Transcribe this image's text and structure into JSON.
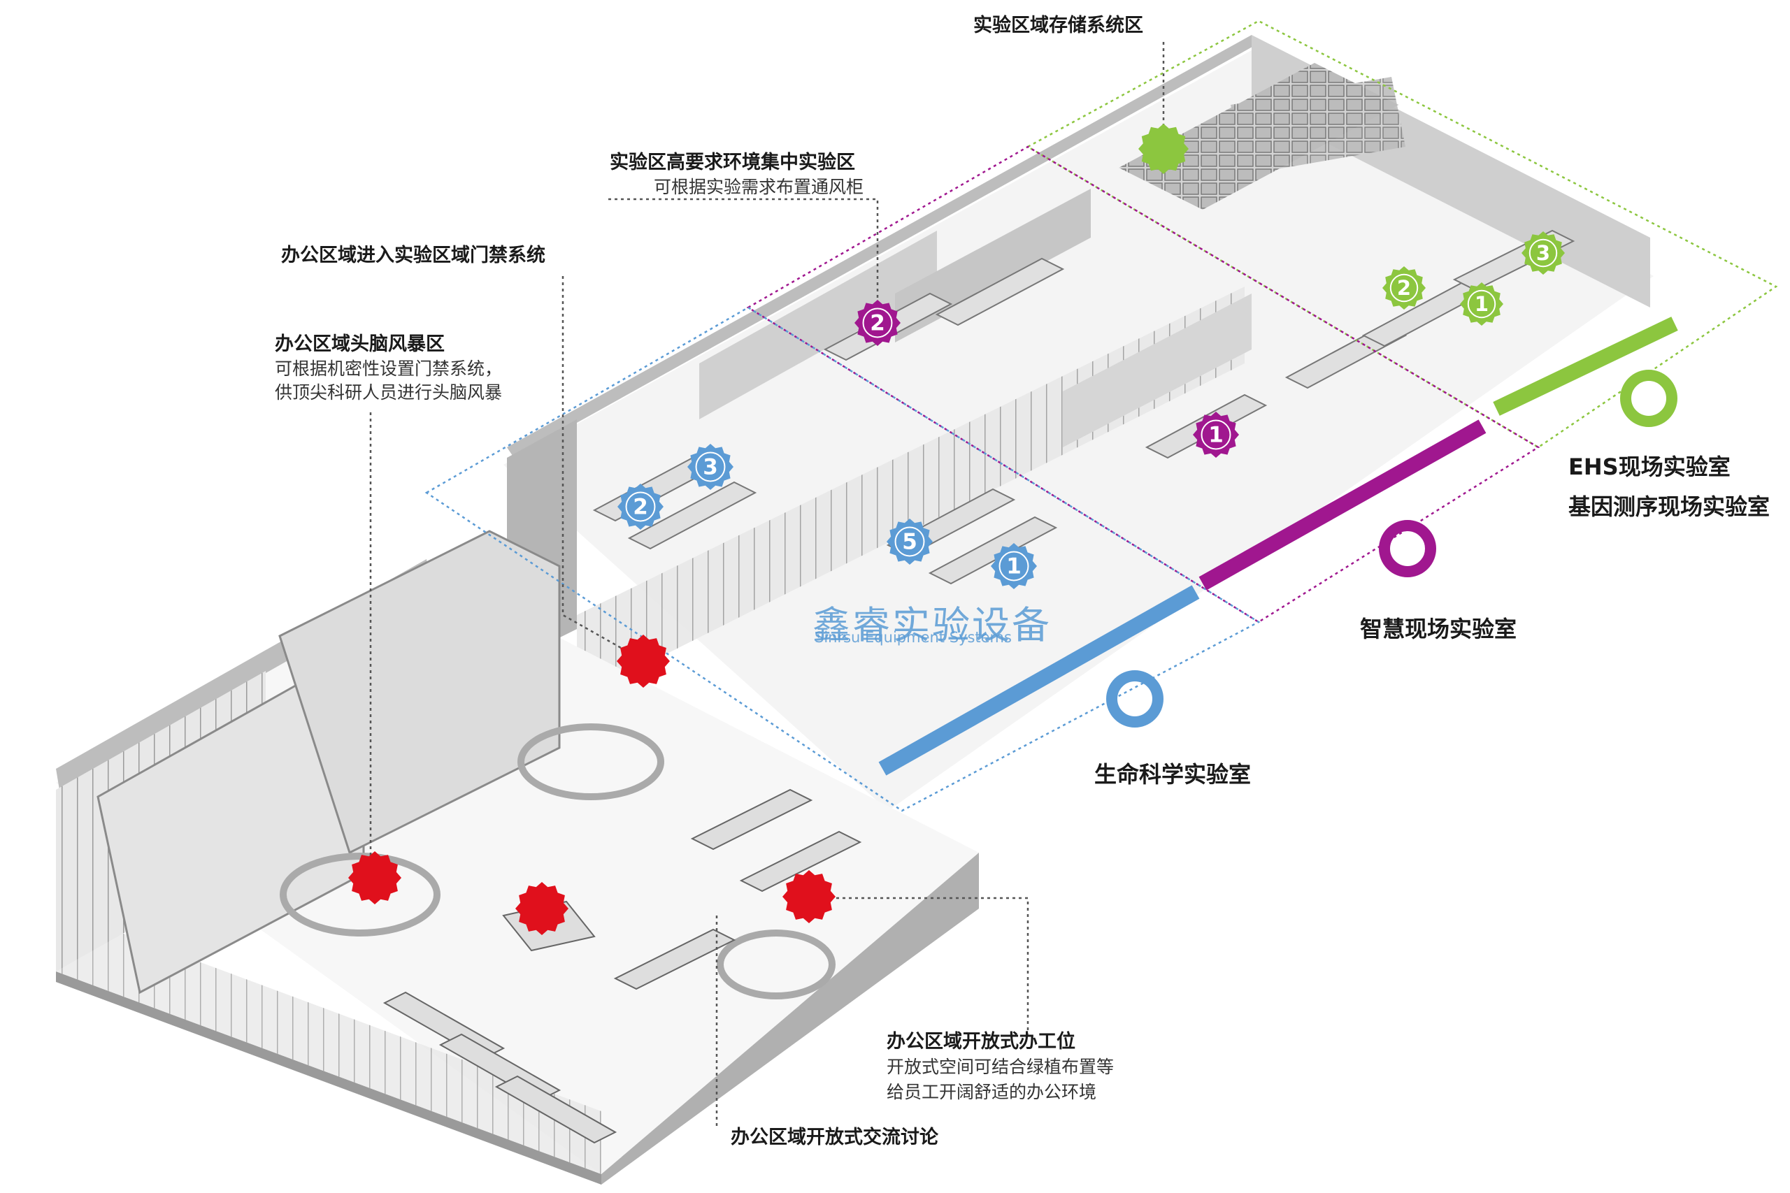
{
  "labels": {
    "storage": "实验区域存储系统区",
    "env_title": "实验区高要求环境集中实验区",
    "env_sub": "可根据实验需求布置通风柜",
    "access": "办公区域进入实验区域门禁系统",
    "brain_title": "办公区域头脑风暴区",
    "brain_sub1": "可根据机密性设置门禁系统，",
    "brain_sub2": "供顶尖科研人员进行头脑风暴",
    "open_office_title": "办公区域开放式办工位",
    "open_office_sub1": "开放式空间可结合绿植布置等",
    "open_office_sub2": "给员工开阔舒适的办公环境",
    "discussion": "办公区域开放式交流讨论",
    "ehs": "EHS现场实验室",
    "gene": "基因测序现场实验室",
    "smart": "智慧现场实验室",
    "life": "生命科学实验室"
  },
  "zone_markers": {
    "green": [
      "1",
      "2",
      "3"
    ],
    "purple": [
      "1",
      "2"
    ],
    "blue": [
      "1",
      "2",
      "3",
      "5"
    ]
  },
  "watermark": {
    "cn": "鑫睿实验设备",
    "en": "Sinrsu Equipment Systems"
  },
  "colors": {
    "green": "#8cc63f",
    "purple": "#a0178f",
    "blue": "#5b9bd5",
    "red": "#e0101c",
    "building": "#c8c8c8"
  }
}
